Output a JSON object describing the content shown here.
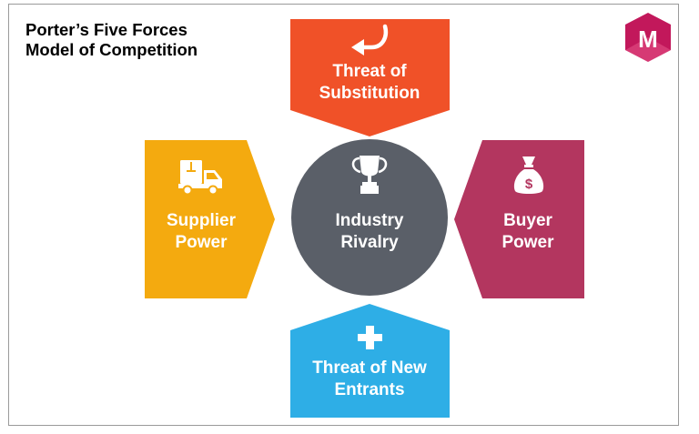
{
  "title": {
    "line1": "Porter’s Five Forces",
    "line2": "Model of Competition"
  },
  "logo": {
    "letter": "M",
    "color": "#c2185b"
  },
  "forces": {
    "substitution": {
      "line1": "Threat of",
      "line2": "Substitution",
      "color": "#f05128",
      "icon": "undo-arrow-icon"
    },
    "supplier": {
      "line1": "Supplier",
      "line2": "Power",
      "color": "#f4aa0f",
      "icon": "delivery-truck-icon"
    },
    "buyer": {
      "line1": "Buyer",
      "line2": "Power",
      "color": "#b3365f",
      "icon": "money-bag-icon"
    },
    "new_entrants": {
      "line1": "Threat of New",
      "line2": "Entrants",
      "color": "#2eaee6",
      "icon": "plus-icon"
    },
    "rivalry": {
      "line1": "Industry",
      "line2": "Rivalry",
      "color": "#5a5f68",
      "icon": "trophy-icon"
    }
  }
}
